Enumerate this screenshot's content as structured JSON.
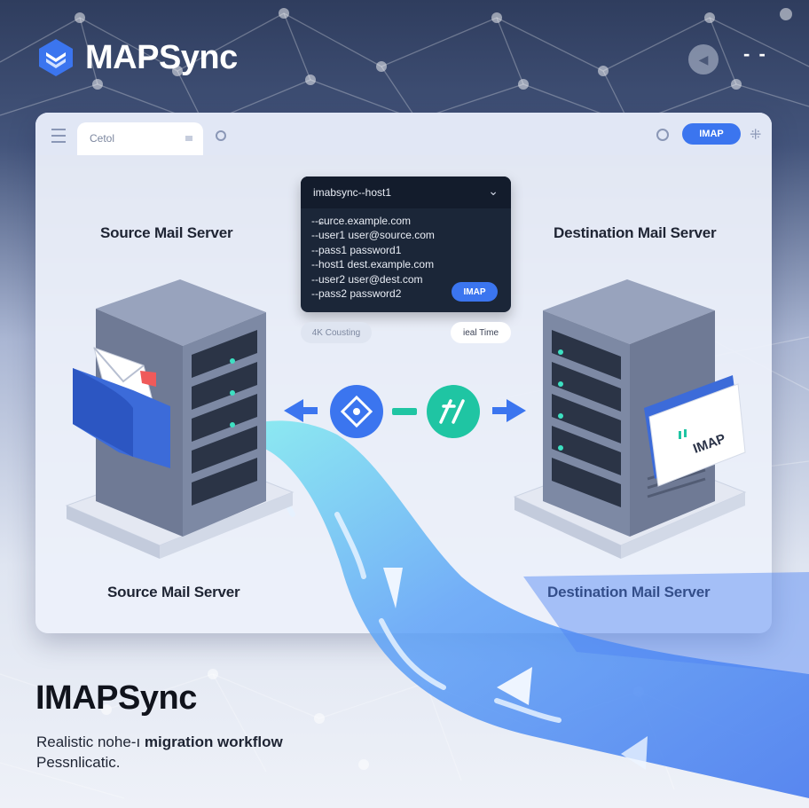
{
  "app": {
    "name": "MAPSync",
    "window_control": "- -"
  },
  "toolbar": {
    "tab_label": "Cetol",
    "imap_label": "IMAP"
  },
  "labels": {
    "source_top": "Source Mail Server",
    "dest_top": "Destination Mail Server",
    "source_bottom": "Source Mail Server",
    "dest_bottom": "Destination Mail Server"
  },
  "terminal": {
    "title": "imabsync--host1",
    "lines": [
      "--ɕurce.example.com",
      "--user1 user@source.com",
      "--pass1 password1",
      "--host1 dest.example.com",
      "--user2 user@dest.com",
      "--pass2 password2"
    ],
    "imap_label": "IMAP"
  },
  "chips": {
    "left": "4K Cousting",
    "right": "ieal Time"
  },
  "dest_badge": "IMAP",
  "footer": {
    "title": "IMAPSync",
    "subtitle_plain": "Realistic nohe-ı ",
    "subtitle_bold": "migration workflow",
    "subtitle_line2": "Pessnlicatic."
  },
  "colors": {
    "accent": "#3b75ef",
    "teal": "#1fc5a3",
    "flow": "#5d8ff5",
    "dark": "#1b2638"
  }
}
